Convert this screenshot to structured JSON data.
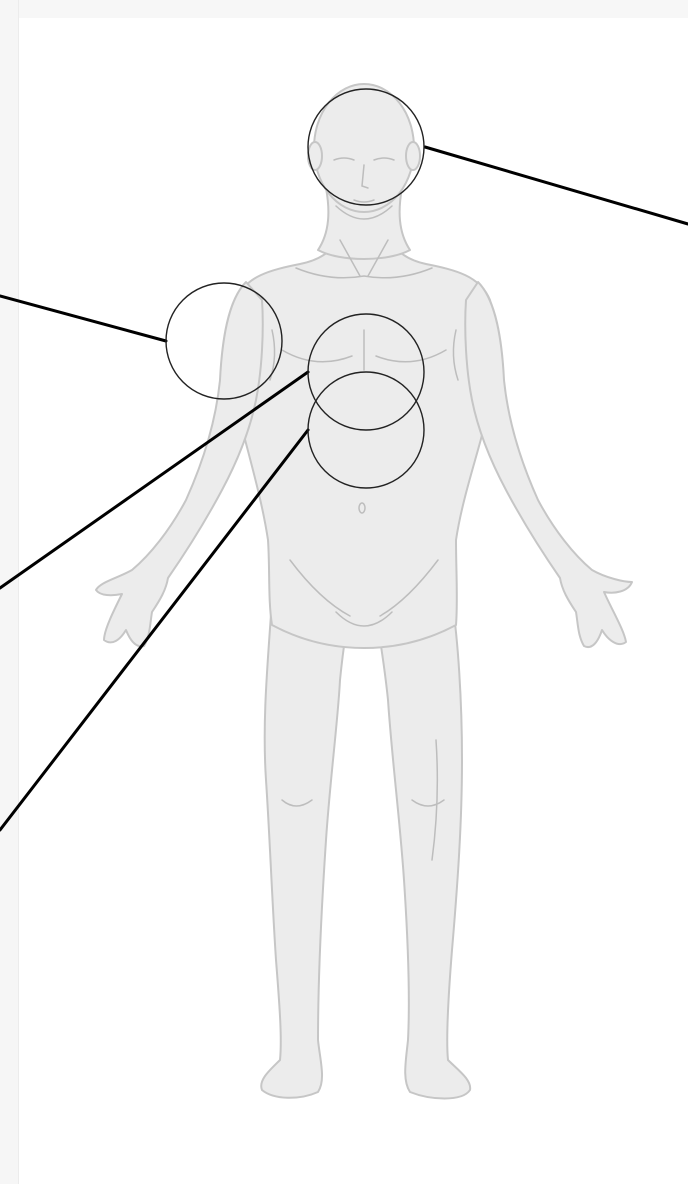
{
  "diagram": {
    "subject": "human-body-front-view",
    "colors": {
      "body_fill": "#ececec",
      "body_shade": "#dedede",
      "body_outline": "#c6c6c6",
      "detail": "#bdbdbd",
      "circle_stroke": "#222222",
      "leader_line": "#000000",
      "background": "#ffffff"
    },
    "highlight_regions": [
      "head",
      "left-shoulder",
      "chest",
      "upper-abdomen"
    ]
  }
}
